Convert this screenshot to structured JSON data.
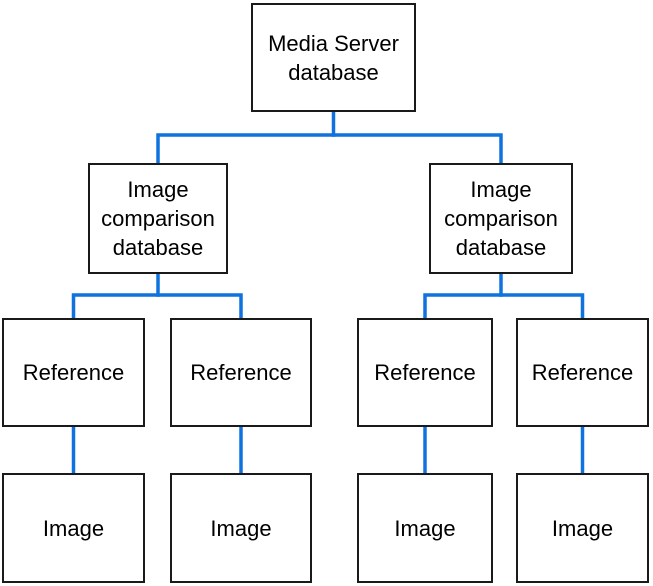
{
  "diagram": {
    "type": "tree",
    "nodes": [
      {
        "id": "media-server-db",
        "label": "Media Server\ndatabase",
        "level": 1
      },
      {
        "id": "image-comparison-db-1",
        "label": "Image\ncomparison\ndatabase",
        "level": 2
      },
      {
        "id": "image-comparison-db-2",
        "label": "Image\ncomparison\ndatabase",
        "level": 2
      },
      {
        "id": "reference-1",
        "label": "Reference",
        "level": 3
      },
      {
        "id": "reference-2",
        "label": "Reference",
        "level": 3
      },
      {
        "id": "reference-3",
        "label": "Reference",
        "level": 3
      },
      {
        "id": "reference-4",
        "label": "Reference",
        "level": 3
      },
      {
        "id": "image-1",
        "label": "Image",
        "level": 4
      },
      {
        "id": "image-2",
        "label": "Image",
        "level": 4
      },
      {
        "id": "image-3",
        "label": "Image",
        "level": 4
      },
      {
        "id": "image-4",
        "label": "Image",
        "level": 4
      }
    ],
    "edges": [
      {
        "from": "media-server-db",
        "to": "image-comparison-db-1"
      },
      {
        "from": "media-server-db",
        "to": "image-comparison-db-2"
      },
      {
        "from": "image-comparison-db-1",
        "to": "reference-1"
      },
      {
        "from": "image-comparison-db-1",
        "to": "reference-2"
      },
      {
        "from": "image-comparison-db-2",
        "to": "reference-3"
      },
      {
        "from": "image-comparison-db-2",
        "to": "reference-4"
      },
      {
        "from": "reference-1",
        "to": "image-1"
      },
      {
        "from": "reference-2",
        "to": "image-2"
      },
      {
        "from": "reference-3",
        "to": "image-3"
      },
      {
        "from": "reference-4",
        "to": "image-4"
      }
    ]
  },
  "colors": {
    "connector": "#0f72de",
    "box_border": "#1a1a1a",
    "box_fill": "#ffffff",
    "text": "#000000",
    "background": "#ffffff"
  }
}
